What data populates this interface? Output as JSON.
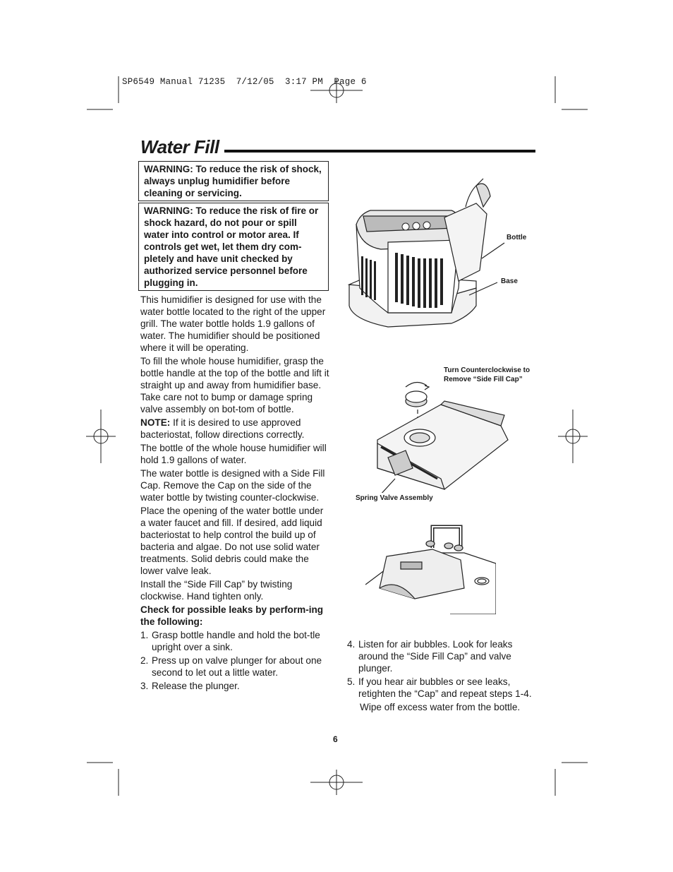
{
  "header": {
    "print_line": "SP6549 Manual 71235  7/12/05  3:17 PM  Page 6"
  },
  "title": "Water Fill",
  "warnings": [
    "WARNING: To reduce the risk of shock, always unplug humidifier before cleaning or servicing.",
    "WARNING: To reduce the risk of fire or shock hazard, do not pour or spill water into control or motor area. If controls get wet, let them dry com-pletely and have unit checked by authorized service personnel before plugging in."
  ],
  "paragraphs": {
    "p1": "This humidifier is designed for use with the water bottle located to the right of the upper grill. The water bottle holds 1.9 gallons of water. The humidifier should be positioned where it will be operating.",
    "p2": "To fill the whole house humidifier, grasp the bottle handle at the top of the bottle and lift it straight up and away from humidifier base. Take care not to bump or damage spring valve assembly on bot-tom of bottle.",
    "note_label": "NOTE:",
    "note_text": " If it is desired to use approved bacteriostat, follow directions correctly.",
    "p3": "The bottle of the whole house humidifier will hold 1.9 gallons of water.",
    "p4": "The water bottle is designed with a Side Fill Cap. Remove the Cap on the side of the water bottle by twisting counter-clockwise.",
    "p5": "Place the opening of the water bottle under a water faucet and fill. If desired, add liquid bacteriostat to help control the build up of bacteria and algae. Do not use solid water treatments. Solid debris could make the lower valve leak.",
    "p6": "Install the “Side Fill Cap” by twisting clockwise. Hand tighten only.",
    "leak_heading": "Check for possible leaks by perform-ing the following:"
  },
  "steps": [
    {
      "num": "1.",
      "text": "Grasp bottle handle and hold the bot-tle upright over a sink."
    },
    {
      "num": "2.",
      "text": "Press up on valve plunger for about one second to let out a little water."
    },
    {
      "num": "3.",
      "text": "Release the plunger."
    },
    {
      "num": "4.",
      "text": "Listen for air bubbles. Look for leaks around the “Side Fill Cap” and valve plunger."
    },
    {
      "num": "5.",
      "text": "If you hear air bubbles or see leaks, retighten the “Cap” and repeat steps 1-4."
    }
  ],
  "closing": "Wipe off excess water from the bottle.",
  "callouts": {
    "bottle": "Bottle",
    "base": "Base",
    "turn_cap": "Turn Counterclockwise to Remove “Side Fill Cap”",
    "spring_valve": "Spring Valve Assembly"
  },
  "page_number": "6"
}
